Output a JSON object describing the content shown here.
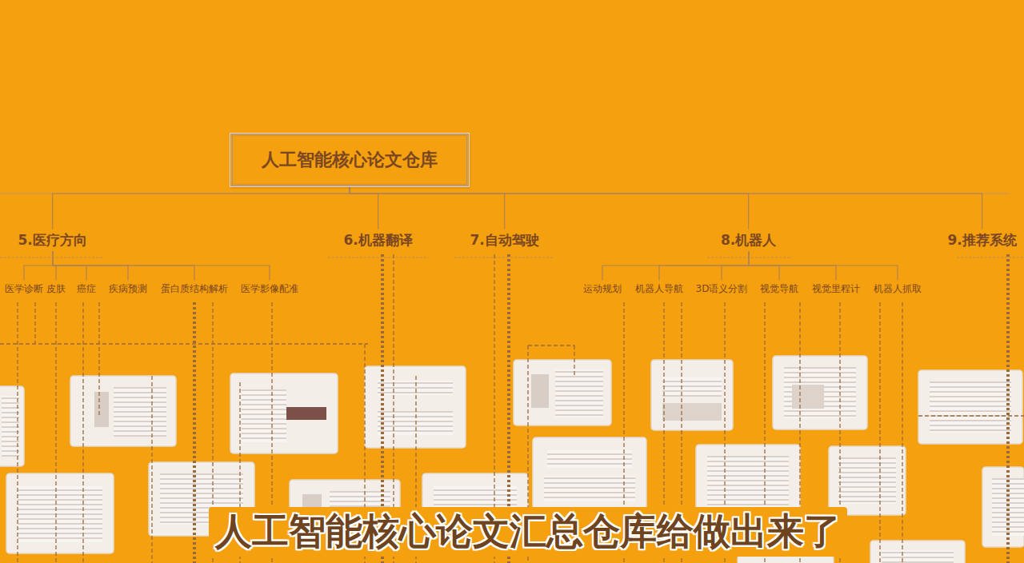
{
  "diagram": {
    "caption": "人工智能核心论文汇总仓库给做出来了",
    "nodes": [
      {
        "text": [
          "人工智能核心论文仓库"
        ]
      },
      {
        "text": [
          "5.医疗方向"
        ]
      },
      {
        "text": [
          "6.机器翻译"
        ]
      },
      {
        "text": [
          "7.自动驾驶"
        ]
      },
      {
        "text": [
          "8.机器人"
        ]
      },
      {
        "text": [
          "9.推荐系统"
        ]
      },
      {
        "text": [
          "医学诊断"
        ]
      },
      {
        "text": [
          "皮肤"
        ]
      },
      {
        "text": [
          "癌症"
        ]
      },
      {
        "text": [
          "疾病预测"
        ]
      },
      {
        "text": [
          "蛋白质结构解析"
        ]
      },
      {
        "text": [
          "医学影像配准"
        ]
      },
      {
        "text": [
          "运动规划"
        ]
      },
      {
        "text": [
          "机器人导航"
        ]
      },
      {
        "text": [
          "3D语义分割"
        ]
      },
      {
        "text": [
          "视觉导航"
        ]
      },
      {
        "text": [
          "视觉里程计"
        ]
      },
      {
        "text": [
          "机器人抓取"
        ]
      }
    ],
    "edges": [
      {
        "from": 0,
        "to": 1,
        "arrow": "none"
      },
      {
        "from": 0,
        "to": 2,
        "arrow": "none"
      },
      {
        "from": 0,
        "to": 3,
        "arrow": "none"
      },
      {
        "from": 0,
        "to": 4,
        "arrow": "none"
      },
      {
        "from": 0,
        "to": 5,
        "arrow": "none"
      },
      {
        "from": 1,
        "to": 6,
        "arrow": "none"
      },
      {
        "from": 1,
        "to": 7,
        "arrow": "none"
      },
      {
        "from": 1,
        "to": 8,
        "arrow": "none"
      },
      {
        "from": 1,
        "to": 9,
        "arrow": "none"
      },
      {
        "from": 1,
        "to": 10,
        "arrow": "none"
      },
      {
        "from": 1,
        "to": 11,
        "arrow": "none"
      },
      {
        "from": 4,
        "to": 12,
        "arrow": "none"
      },
      {
        "from": 4,
        "to": 13,
        "arrow": "none"
      },
      {
        "from": 4,
        "to": 14,
        "arrow": "none"
      },
      {
        "from": 4,
        "to": 15,
        "arrow": "none"
      },
      {
        "from": 4,
        "to": 16,
        "arrow": "none"
      },
      {
        "from": 4,
        "to": 17,
        "arrow": "none"
      }
    ]
  }
}
